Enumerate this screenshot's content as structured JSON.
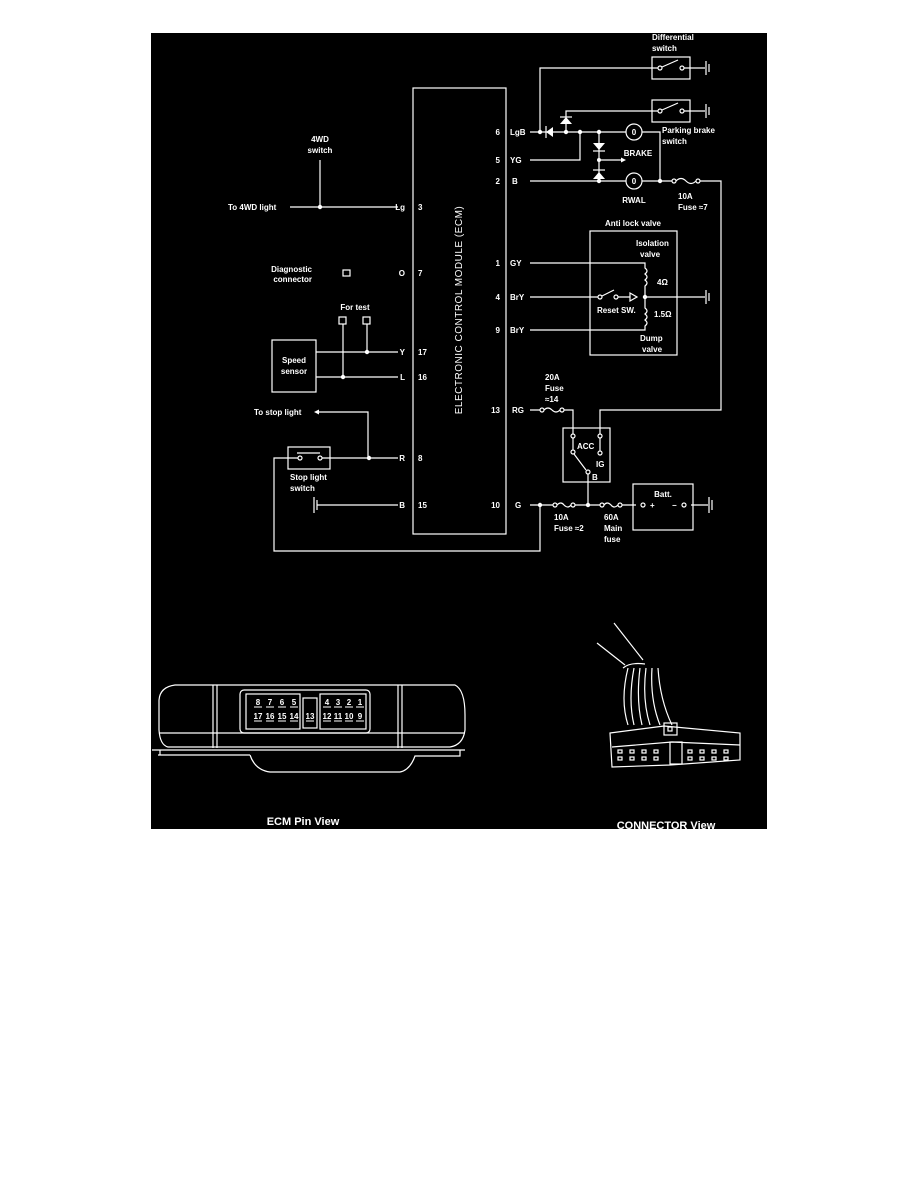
{
  "ecm": {
    "title": "ELECTRONIC CONTROL MODULE (ECM)"
  },
  "left_pins": [
    {
      "wire": "Lg",
      "pin": "3"
    },
    {
      "wire": "O",
      "pin": "7"
    },
    {
      "wire": "Y",
      "pin": "17"
    },
    {
      "wire": "L",
      "pin": "16"
    },
    {
      "wire": "R",
      "pin": "8"
    },
    {
      "wire": "B",
      "pin": "15"
    }
  ],
  "right_pins": [
    {
      "wire": "LgB",
      "pin": "6"
    },
    {
      "wire": "YG",
      "pin": "5"
    },
    {
      "wire": "B",
      "pin": "2"
    },
    {
      "wire": "GY",
      "pin": "1"
    },
    {
      "wire": "BrY",
      "pin": "4"
    },
    {
      "wire": "BrY",
      "pin": "9"
    },
    {
      "wire": "RG",
      "pin": "13"
    },
    {
      "wire": "G",
      "pin": "10"
    }
  ],
  "labels": {
    "wd_switch_1": "4WD",
    "wd_switch_2": "switch",
    "to_4wd_light": "To 4WD light",
    "diag_1": "Diagnostic",
    "diag_2": "connector",
    "for_test": "For test",
    "speed_1": "Speed",
    "speed_2": "sensor",
    "to_stop_light": "To stop light",
    "stop_sw_1": "Stop light",
    "stop_sw_2": "switch",
    "diff_1": "Differential",
    "diff_2": "switch",
    "park_1": "Parking brake",
    "park_2": "switch",
    "brake": "BRAKE",
    "rwal": "RWAL",
    "fuse7_1": "10A",
    "fuse7_2": "Fuse ≈7",
    "antilock": "Anti lock valve",
    "iso_1": "Isolation",
    "iso_2": "valve",
    "ohm4": "4Ω",
    "ohm15": "1.5Ω",
    "reset": "Reset SW.",
    "dump_1": "Dump",
    "dump_2": "valve",
    "fuse14_1": "20A",
    "fuse14_2": "Fuse",
    "fuse14_3": "≈14",
    "acc": "ACC",
    "ig": "IG",
    "b": "B",
    "fuse2_1": "10A",
    "fuse2_2": "Fuse ≈2",
    "main_1": "60A",
    "main_2": "Main",
    "main_3": "fuse",
    "batt": "Batt.",
    "plus": "+",
    "minus": "−"
  },
  "pin_view": {
    "top_row": [
      "8",
      "7",
      "6",
      "5",
      "4",
      "3",
      "2",
      "1"
    ],
    "bottom_row": [
      "17",
      "16",
      "15",
      "14",
      "13",
      "12",
      "11",
      "10",
      "9"
    ]
  },
  "captions": {
    "ecm_pin_view": "ECM Pin View",
    "connector_view": "CONNECTOR View"
  }
}
